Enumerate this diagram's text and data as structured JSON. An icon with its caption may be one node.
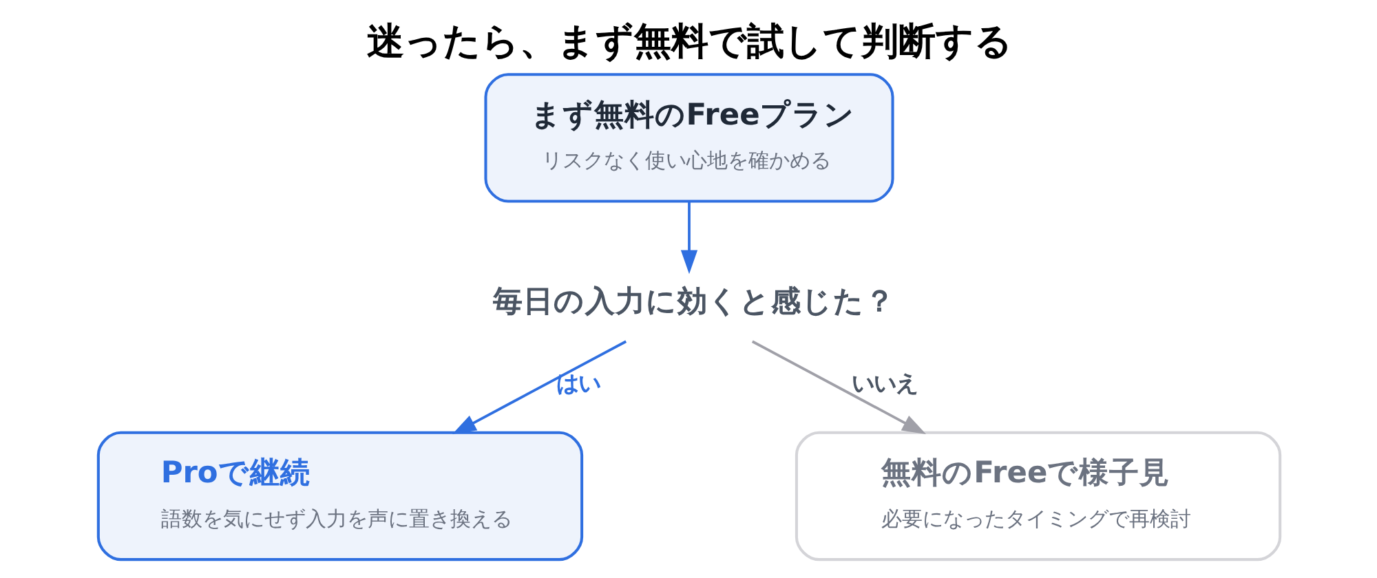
{
  "diagram": {
    "title": "迷ったら、まず無料で試して判断する",
    "nodes": [
      {
        "text": [
          "まず無料のFreeプラン",
          "リスクなく使い心地を確かめる"
        ]
      },
      {
        "text": [
          "毎日の入力に効くと感じた？"
        ]
      },
      {
        "text": [
          "Proで継続",
          "語数を気にせず入力を声に置き換える"
        ]
      },
      {
        "text": [
          "無料のFreeで様子見",
          "必要になったタイミングで再検討"
        ]
      }
    ],
    "edges": [
      {
        "from": 0,
        "to": 1,
        "arrow": "to"
      },
      {
        "from": 1,
        "to": 2,
        "arrow": "to",
        "label": "はい"
      },
      {
        "from": 1,
        "to": 3,
        "arrow": "to",
        "label": "いいえ",
        "color": "#a0a0a8"
      }
    ]
  }
}
